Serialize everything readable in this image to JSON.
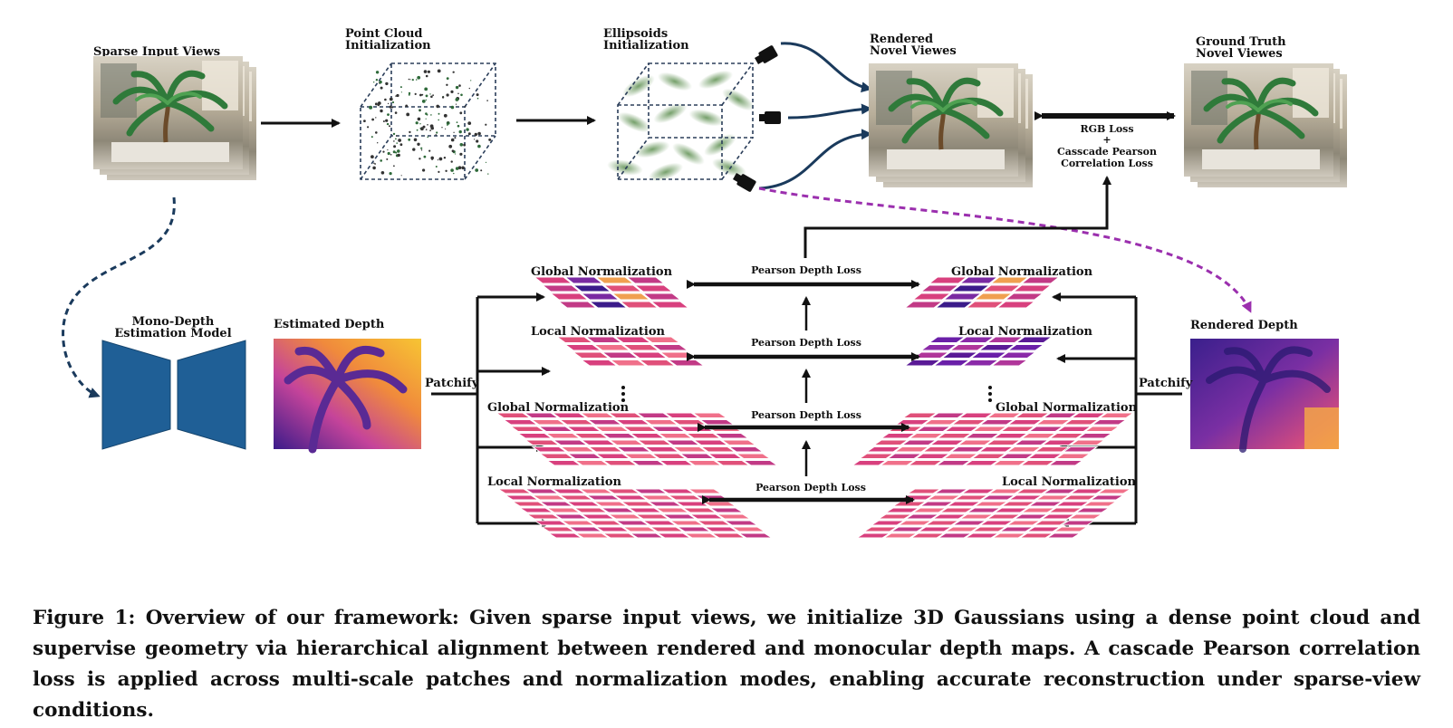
{
  "diagram": {
    "sparse_input_views": "Sparse Input Views",
    "point_cloud_init": [
      "Point Cloud",
      "Initialization"
    ],
    "ellipsoids_init": [
      "Ellipsoids",
      "Initialization"
    ],
    "rendered_novel_views": [
      "Rendered",
      "Novel Viewes"
    ],
    "ground_truth_novel_views": [
      "Ground Truth",
      "Novel Viewes"
    ],
    "loss_box": [
      "RGB Loss",
      "+",
      "Casscade Pearson",
      "Correlation Loss"
    ],
    "mono_depth_model": [
      "Mono-Depth",
      "Estimation Model"
    ],
    "estimated_depth": "Estimated Depth",
    "rendered_depth": "Rendered Depth",
    "patchify_left": "Patchify",
    "patchify_right": "Patchify",
    "pearson_depth_loss": [
      "Pearson Depth Loss",
      "Pearson Depth Loss",
      "Pearson Depth Loss",
      "Pearson Depth Loss"
    ],
    "left_norms": [
      "Global Normalization",
      "Local Normalization",
      "Global Normalization",
      "Local Normalization"
    ],
    "right_norms": [
      "Global Normalization",
      "Local Normalization",
      "Global Normalization",
      "Local Normalization"
    ]
  },
  "colors": {
    "arrow": "#111111",
    "mono_depth_block": "#1f5f96",
    "camera_path": "#1a3a5c",
    "dashed_purple": "#9b2fae",
    "dashed_navy": "#1a3a5c",
    "ellipsoid_green": "#5d8f50"
  },
  "caption": "Figure 1: Overview of our framework: Given sparse input views, we initialize 3D Gaussians using a dense point cloud and supervise geometry via hierarchical alignment between rendered and monocular depth maps. A cascade Pearson correlation loss is applied across multi-scale patches and normalization modes, enabling accurate reconstruction under sparse-view conditions."
}
